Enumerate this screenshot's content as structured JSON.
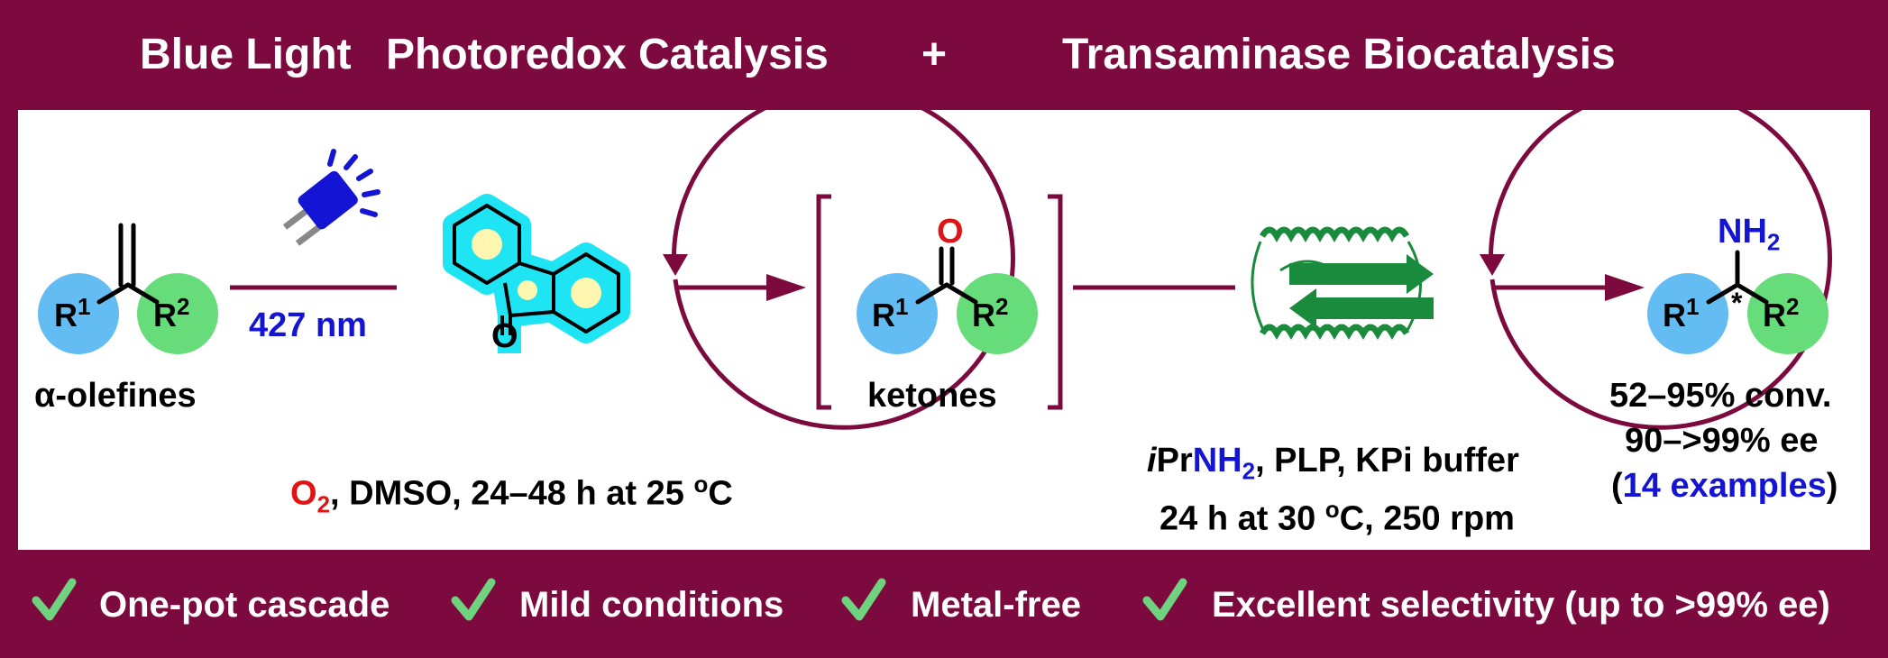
{
  "header": {
    "left": "Blue Light",
    "left2": "Photoredox Catalysis",
    "plus": "+",
    "right": "Transaminase Biocatalysis"
  },
  "footer": {
    "items": [
      {
        "label": "One-pot cascade"
      },
      {
        "label": "Mild conditions"
      },
      {
        "label": "Metal-free"
      },
      {
        "label": "Excellent selectivity (up to >99% ee)"
      }
    ]
  },
  "step1": {
    "substrate_label": "α-olefines",
    "wavelength": "427 nm",
    "conditions_o": "O",
    "conditions_sub": "2",
    "conditions_rest": ", DMSO, 24–48 h at 25 ",
    "conditions_deg": "o",
    "conditions_unit": "C",
    "catalyst_o": "O"
  },
  "intermediate": {
    "label": "ketones",
    "o": "O"
  },
  "step2": {
    "cond1_prefix": "i",
    "cond1_pr": "Pr",
    "cond1_nh": "NH",
    "cond1_sub": "2",
    "cond1_rest": ", PLP, KPi buffer",
    "cond2_a": "24 h at 30 ",
    "cond2_deg": "o",
    "cond2_b": "C, 250 rpm"
  },
  "product": {
    "nh": "NH",
    "nh_sub": "2",
    "star": "*",
    "conv": "52–95% conv.",
    "ee": "90–>99% ee",
    "examples_open": "(",
    "examples": "14 examples",
    "examples_close": ")"
  },
  "groups": {
    "r": "R",
    "one": "1",
    "two": "2"
  },
  "colors": {
    "frame": "#7d0a3e",
    "r1": "#63bdf2",
    "r2": "#66dd7a",
    "accent_blue": "#1414d4",
    "oxygen_red": "#e01414",
    "catalyst_glow": "#1ee4f4",
    "catalyst_ring": "#fff7b0",
    "enzyme": "#1a8a3c",
    "check": "#6fd27f"
  }
}
